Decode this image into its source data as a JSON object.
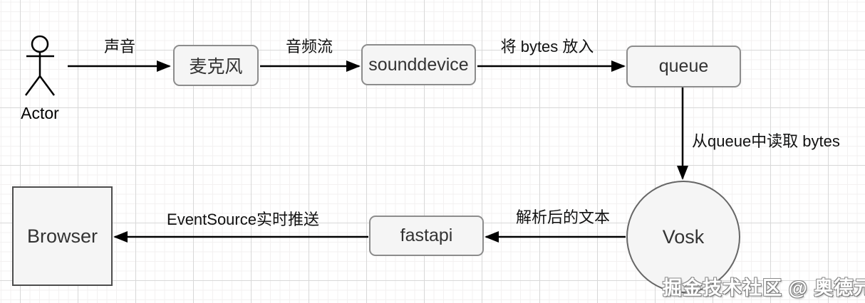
{
  "diagram": {
    "nodes": {
      "actor": "Actor",
      "mic": "麦克风",
      "sounddevice": "sounddevice",
      "queue": "queue",
      "vosk": "Vosk",
      "fastapi": "fastapi",
      "browser": "Browser"
    },
    "edges": {
      "sound": "声音",
      "audio_stream": "音频流",
      "put_bytes": "将 bytes 放入",
      "read_bytes": "从queue中读取 bytes",
      "parsed_text": "解析后的文本",
      "push": "EventSource实时推送"
    },
    "watermark": "掘金技术社区 @ 奥德元",
    "colors": {
      "node_fill": "#f5f5f5",
      "node_border": "#8c8c8c",
      "strong_border": "#4d4d4d",
      "arrow": "#000000",
      "grid_minor": "#f3f1f1",
      "grid_major": "#d8d8d8"
    }
  }
}
